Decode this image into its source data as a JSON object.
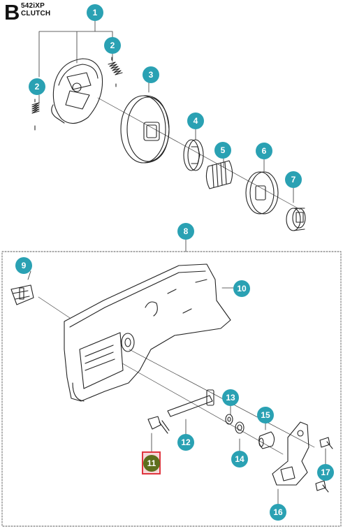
{
  "header": {
    "section_letter": "B",
    "model": "542iXP",
    "title": "CLUTCH"
  },
  "callouts": [
    {
      "id": "c1",
      "label": "1",
      "highlighted": false
    },
    {
      "id": "c2a",
      "label": "2",
      "highlighted": false
    },
    {
      "id": "c2b",
      "label": "2",
      "highlighted": false
    },
    {
      "id": "c3",
      "label": "3",
      "highlighted": false
    },
    {
      "id": "c4",
      "label": "4",
      "highlighted": false
    },
    {
      "id": "c5",
      "label": "5",
      "highlighted": false
    },
    {
      "id": "c6",
      "label": "6",
      "highlighted": false
    },
    {
      "id": "c7",
      "label": "7",
      "highlighted": false
    },
    {
      "id": "c8",
      "label": "8",
      "highlighted": false
    },
    {
      "id": "c9",
      "label": "9",
      "highlighted": false
    },
    {
      "id": "c10",
      "label": "10",
      "highlighted": false
    },
    {
      "id": "c11",
      "label": "11",
      "highlighted": true
    },
    {
      "id": "c12",
      "label": "12",
      "highlighted": false
    },
    {
      "id": "c13",
      "label": "13",
      "highlighted": false
    },
    {
      "id": "c14",
      "label": "14",
      "highlighted": false
    },
    {
      "id": "c15",
      "label": "15",
      "highlighted": false
    },
    {
      "id": "c16",
      "label": "16",
      "highlighted": false
    },
    {
      "id": "c17",
      "label": "17",
      "highlighted": false
    }
  ],
  "colors": {
    "callout": "#2aa1b3",
    "callout_highlight": "#5d6f1d",
    "highlight_box_border": "#e0353f",
    "highlight_box_fill": "#f6d8da",
    "line_art": "#222222"
  }
}
